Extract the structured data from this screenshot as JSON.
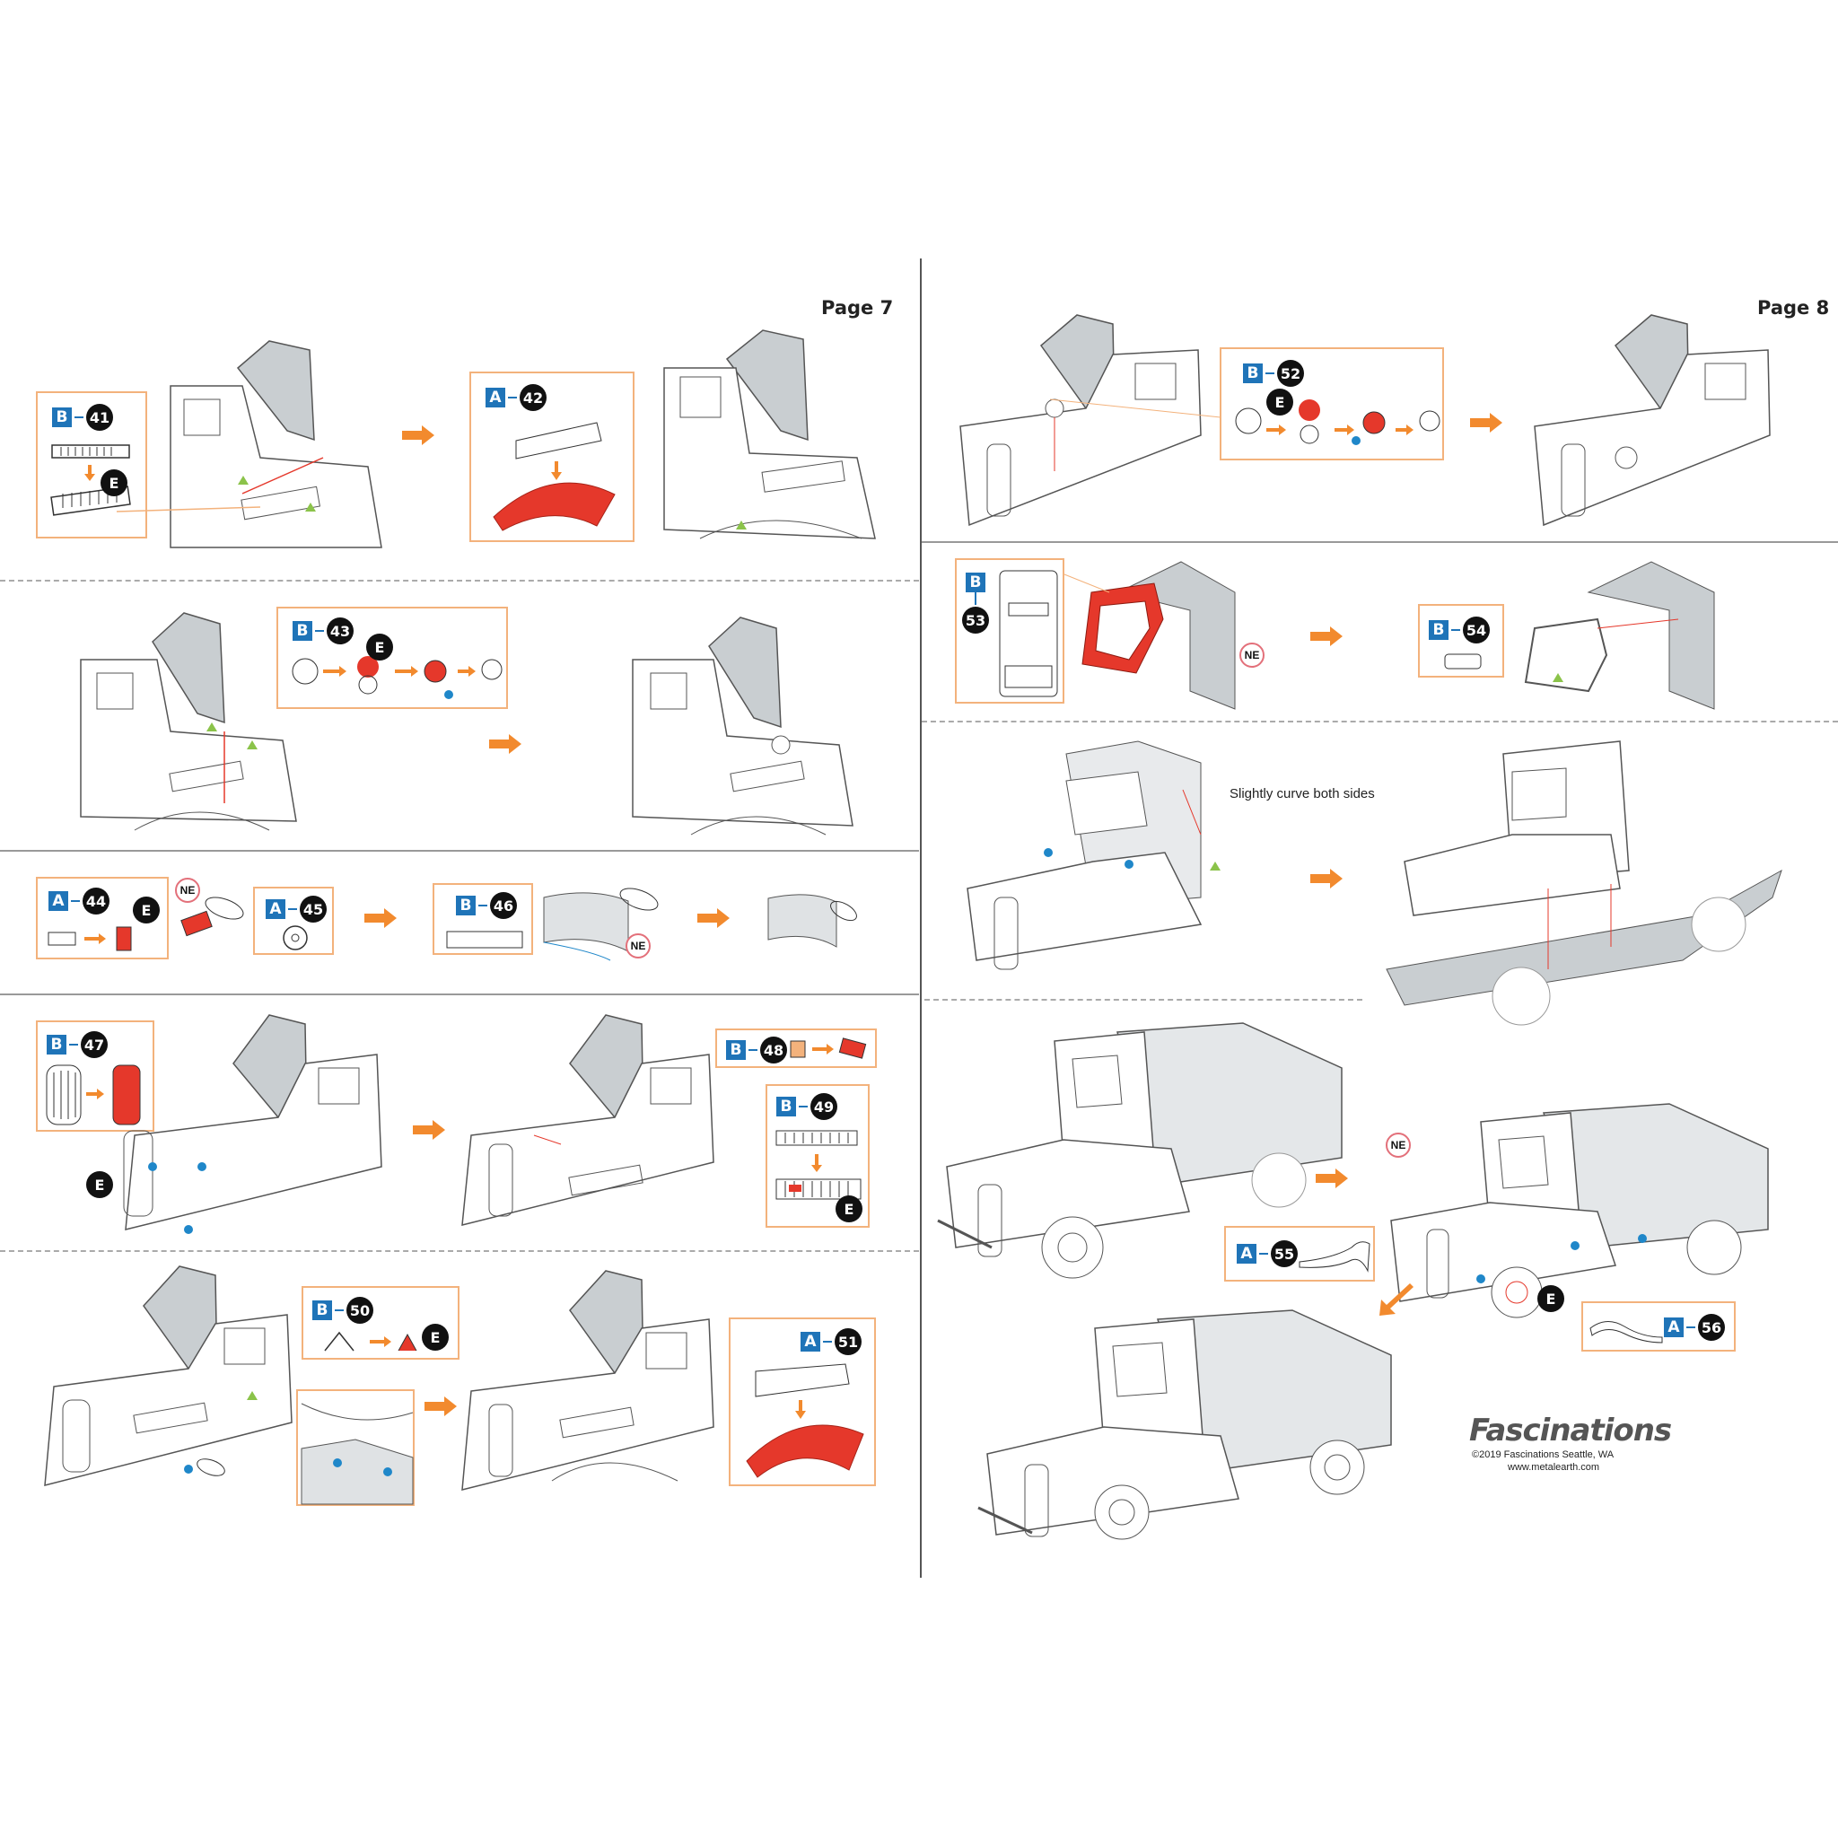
{
  "pages": {
    "left_label": "Page 7",
    "right_label": "Page 8"
  },
  "steps": {
    "s41": {
      "sheet": "B",
      "num": "41"
    },
    "s42": {
      "sheet": "A",
      "num": "42"
    },
    "s43": {
      "sheet": "B",
      "num": "43"
    },
    "s44": {
      "sheet": "A",
      "num": "44"
    },
    "s45": {
      "sheet": "A",
      "num": "45"
    },
    "s46": {
      "sheet": "B",
      "num": "46"
    },
    "s47": {
      "sheet": "B",
      "num": "47"
    },
    "s48": {
      "sheet": "B",
      "num": "48"
    },
    "s49": {
      "sheet": "B",
      "num": "49"
    },
    "s50": {
      "sheet": "B",
      "num": "50"
    },
    "s51": {
      "sheet": "A",
      "num": "51"
    },
    "s52": {
      "sheet": "B",
      "num": "52"
    },
    "s53": {
      "sheet": "B",
      "num": "53"
    },
    "s54": {
      "sheet": "B",
      "num": "54"
    },
    "s55": {
      "sheet": "A",
      "num": "55"
    },
    "s56": {
      "sheet": "A",
      "num": "56"
    }
  },
  "markers": {
    "e": "E",
    "ne": "NE"
  },
  "note": "Slightly curve both sides",
  "footer": {
    "brand": "Fascinations",
    "copyright": "©2019 Fascinations Seattle, WA",
    "url": "www.metalearth.com"
  },
  "colors": {
    "accent_orange": "#f28a2e",
    "step_border": "#f3b27c",
    "sheet_blue": "#1f74b8",
    "part_red": "#e5382b",
    "cab_gray": "#c9ced1"
  }
}
